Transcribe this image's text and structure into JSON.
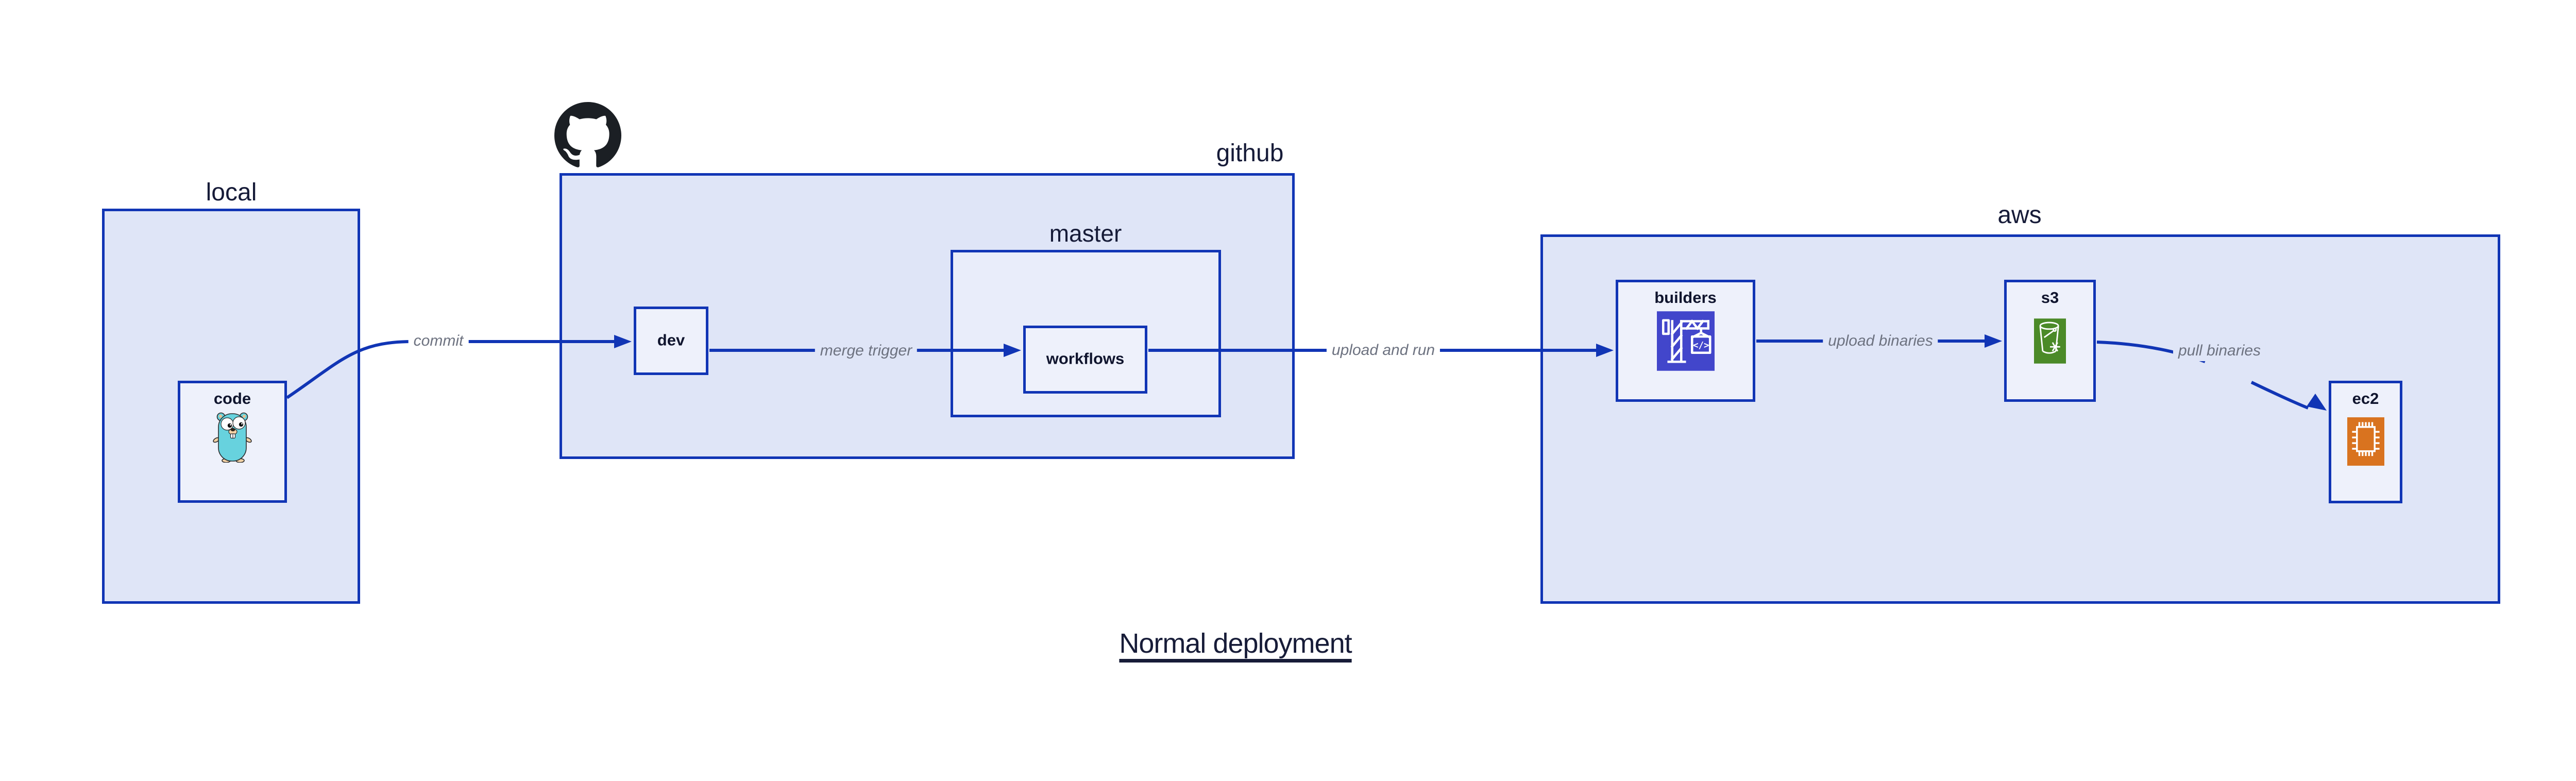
{
  "diagram": {
    "title": "Normal deployment",
    "containers": [
      {
        "id": "local",
        "label": "local"
      },
      {
        "id": "github",
        "label": "github"
      },
      {
        "id": "aws",
        "label": "aws"
      }
    ],
    "groups": [
      {
        "id": "master",
        "label": "master",
        "parent": "github"
      }
    ],
    "nodes": [
      {
        "id": "code",
        "label": "code",
        "parent": "local",
        "icon": "go-gopher-icon"
      },
      {
        "id": "dev",
        "label": "dev",
        "parent": "github"
      },
      {
        "id": "workflows",
        "label": "workflows",
        "parent": "master"
      },
      {
        "id": "builders",
        "label": "builders",
        "parent": "aws",
        "icon": "codebuild-crane-icon",
        "icon_color": "#4246cb"
      },
      {
        "id": "s3",
        "label": "s3",
        "parent": "aws",
        "icon": "s3-glacier-bucket-icon",
        "icon_color": "#4b8a28"
      },
      {
        "id": "ec2",
        "label": "ec2",
        "parent": "aws",
        "icon": "ec2-chip-icon",
        "icon_color": "#d9731f"
      }
    ],
    "edges": [
      {
        "from": "code",
        "to": "dev",
        "label": "commit"
      },
      {
        "from": "dev",
        "to": "workflows",
        "label": "merge trigger"
      },
      {
        "from": "workflows",
        "to": "builders",
        "label": "upload and run"
      },
      {
        "from": "builders",
        "to": "s3",
        "label": "upload binaries"
      },
      {
        "from": "s3",
        "to": "ec2",
        "label": "pull binaries"
      }
    ],
    "logo": {
      "name": "github-octocat-logo",
      "color": "#1b1f24"
    },
    "colors": {
      "stroke_blue": "#1135b5",
      "container_fill": "#dfe5f7",
      "group_fill": "#e9edfa",
      "node_fill": "#eef1fb",
      "node_label_dark": "#10152e",
      "container_label_dark": "#161b38",
      "edge_label_gray": "#6d7280",
      "github_black": "#1b1f24",
      "codebuild_purple": "#4246cb",
      "s3_green": "#4b8a28",
      "ec2_orange": "#d9731f",
      "gopher_teal": "#67d2de",
      "gopher_skin": "#f2d1a4",
      "title_color": "#171c38"
    }
  }
}
